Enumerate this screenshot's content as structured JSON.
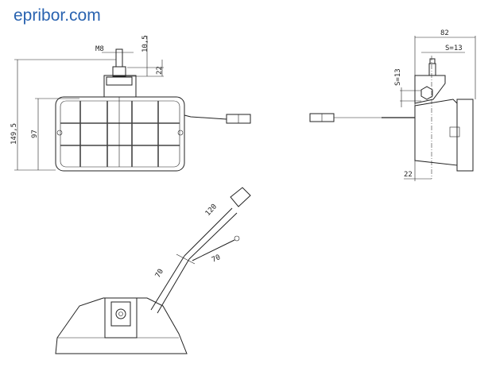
{
  "brand": "epribor.com",
  "front_view": {
    "thread": "M8",
    "stud_height": "10,5",
    "nut_height": "22",
    "total_height": "149,5",
    "housing_height": "97"
  },
  "side_view": {
    "depth": "82",
    "wrench_size_top": "S=13",
    "wrench_size_side": "S=13",
    "offset": "22"
  },
  "bottom_view": {
    "cable_length": "120",
    "cable_length_a": "70",
    "cable_length_b": "70"
  },
  "colors": {
    "brand": "#2a63b0",
    "line": "#222222"
  }
}
